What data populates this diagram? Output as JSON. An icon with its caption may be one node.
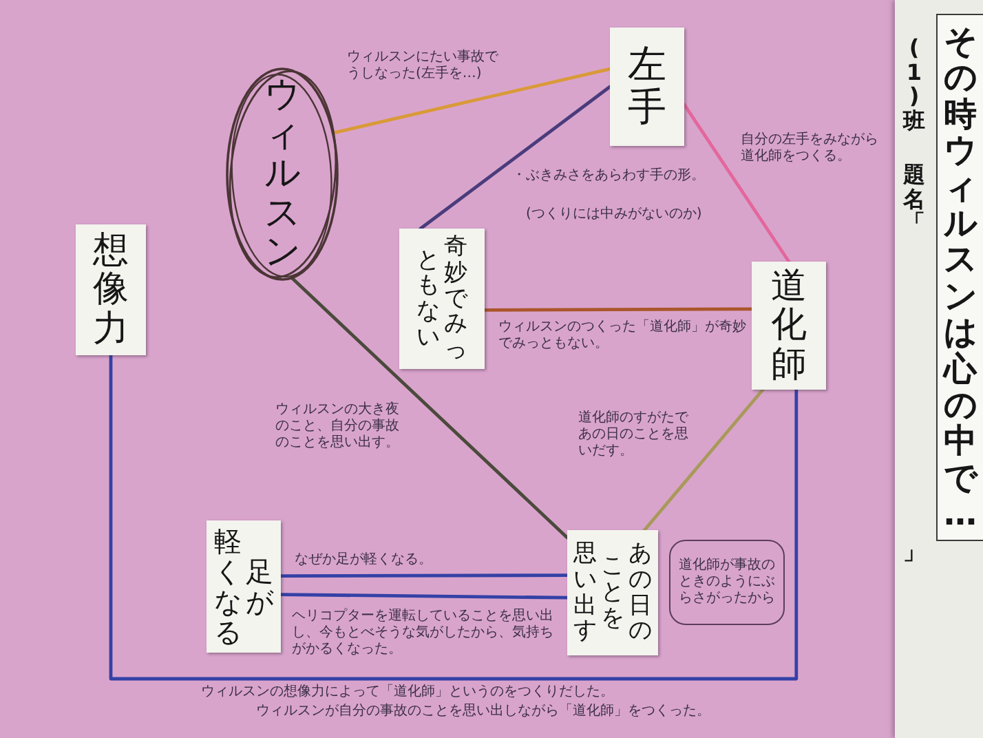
{
  "diagram": {
    "title": "その時ウィルスンは心の中で…",
    "nodes": [
      {
        "text": [
          "ウィルスン"
        ]
      },
      {
        "text": [
          "左手"
        ]
      },
      {
        "text": [
          "奇妙でみっともない"
        ]
      },
      {
        "text": [
          "道化師"
        ]
      },
      {
        "text": [
          "想像力"
        ]
      },
      {
        "text": [
          "足が軽くなる"
        ]
      },
      {
        "text": [
          "あの日のことを思い出す"
        ]
      },
      {
        "text": [
          "道化師が事故のときのようにぶらさがったから"
        ]
      }
    ],
    "edges": [
      {
        "from": 0,
        "to": 1,
        "arrow": "none",
        "label": "ウィルスンにたい事故でうしなった(左手を…)",
        "color": "#d99a38"
      },
      {
        "from": 1,
        "to": 2,
        "arrow": "none",
        "label": "・ぶきみさをあらわす手の形。",
        "color": "#4a3c7c"
      },
      {
        "from": 1,
        "to": 3,
        "arrow": "none",
        "label": "自分の左手をみながら道化師をつくる。",
        "color": "#e2679c"
      },
      {
        "from": 2,
        "to": 3,
        "arrow": "none",
        "label": "ウィルスンのつくった「道化師」が奇妙でみっともない。",
        "color": "#a9562a"
      },
      {
        "from": 0,
        "to": 6,
        "arrow": "none",
        "label": "ウィルスンの大き夜のこと、自分の事故のことを思い出す。",
        "color": "#4b4a3c"
      },
      {
        "from": 3,
        "to": 6,
        "arrow": "none",
        "label": "道化師のすがたであの日のことを思いだす。",
        "color": "#a8995a"
      },
      {
        "from": 4,
        "to": 3,
        "arrow": "none",
        "label": "ウィルスンの想像力によって「道化師」というのをつくりだした。"
      },
      {
        "from": 5,
        "to": 6,
        "arrow": "none",
        "label": "なぜか足が軽くなる。"
      },
      {
        "from": 5,
        "to": 6,
        "arrow": "none",
        "label": "ヘリコプターを運転していることを思い出し、今もとべそうな気がしたから、気持ちがかるくなった。"
      }
    ],
    "labels": [
      "(1)班",
      "題名「",
      "」",
      "(つくりには中みがないのか)",
      "ウィルスンが自分の事故のことを思い出しながら「道化師」をつくった。"
    ]
  }
}
